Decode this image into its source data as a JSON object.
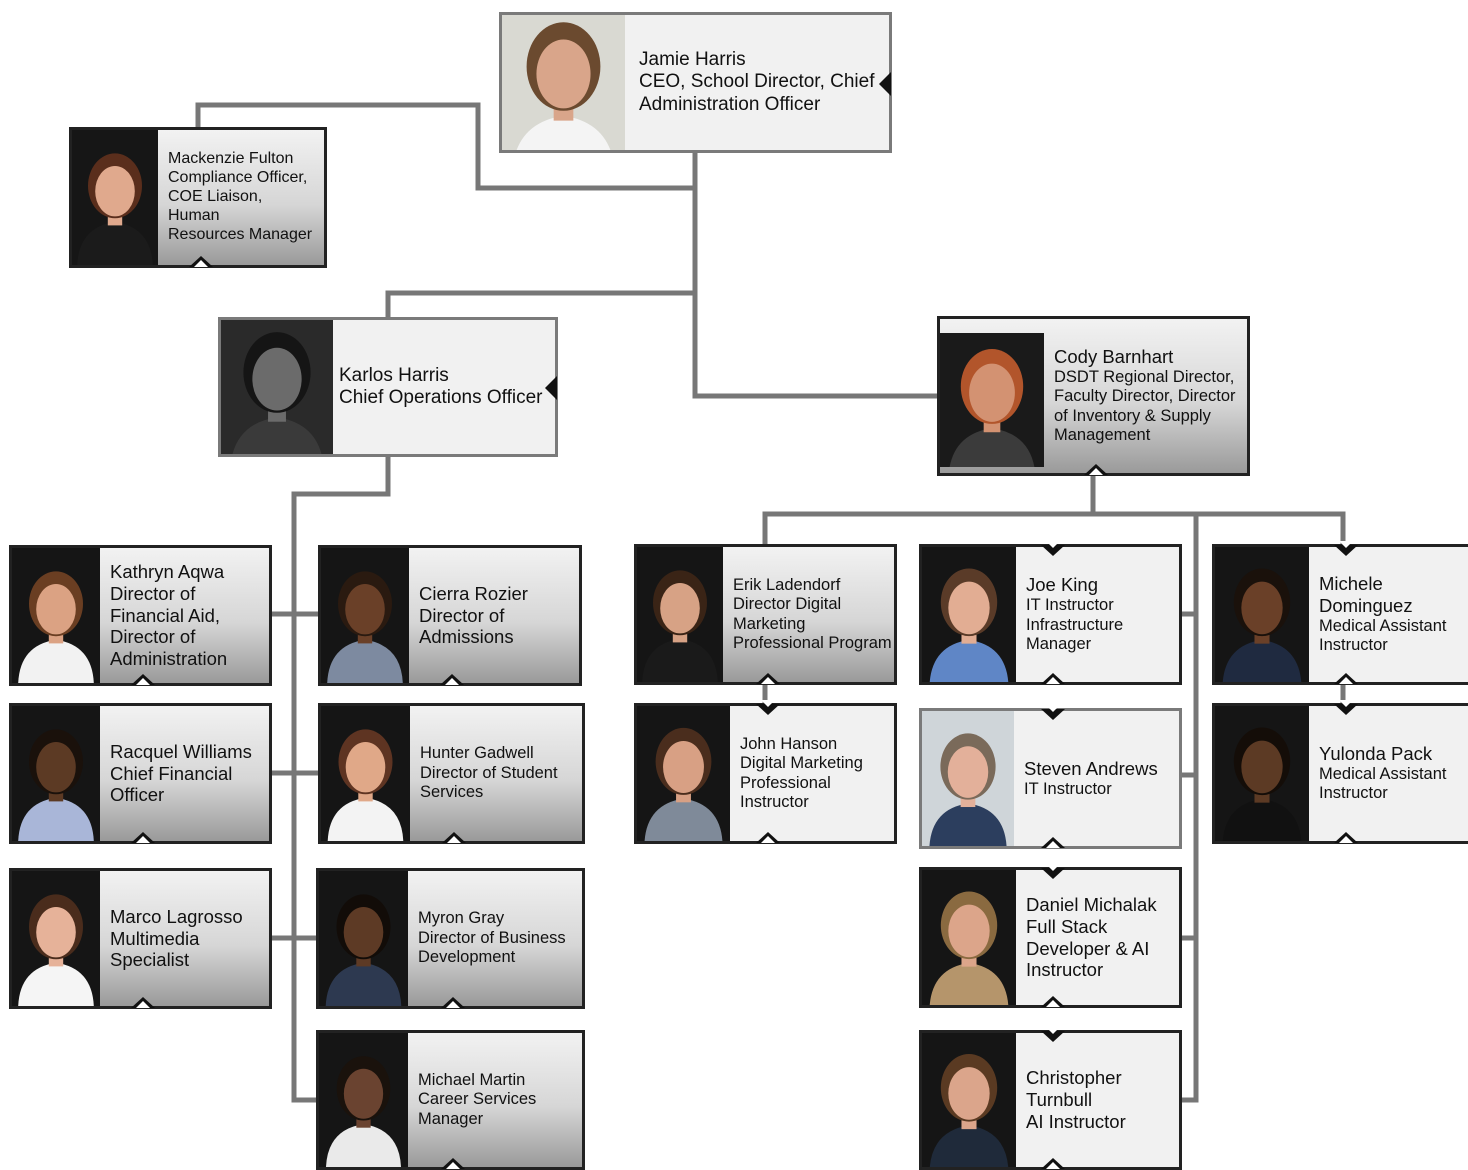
{
  "people": {
    "jamie": {
      "name": "Jamie Harris",
      "title": "CEO, School Director, Chief\nAdministration Officer",
      "photo": {
        "bg": "#d9d9d2",
        "skin": "#d9a58a",
        "hair": "#6b4a2f",
        "shirt": "#f4f4f4"
      }
    },
    "mackenzie": {
      "name": "Mackenzie Fulton",
      "title": "Compliance Officer,\nCOE Liaison, Human\nResources Manager",
      "photo": {
        "bg": "#161616",
        "skin": "#e0a98d",
        "hair": "#5a2e1c",
        "shirt": "#1b1b1b"
      }
    },
    "karlos": {
      "name": "Karlos Harris",
      "title": "Chief Operations Officer",
      "photo": {
        "bg": "#2a2a2a",
        "skin": "#6b6b6b",
        "hair": "#151515",
        "shirt": "#3a3a3a"
      }
    },
    "cody": {
      "name": "Cody Barnhart",
      "title": "DSDT Regional Director,\nFaculty Director, Director\nof Inventory & Supply\nManagement",
      "photo": {
        "bg": "#1a1a1a",
        "skin": "#d39272",
        "hair": "#b2552b",
        "shirt": "#3b3b3b"
      }
    },
    "kathryn": {
      "name": "Kathryn Aqwa",
      "title": "Director of\nFinancial Aid,\nDirector of\nAdministration",
      "photo": {
        "bg": "#151515",
        "skin": "#dba283",
        "hair": "#6a3e22",
        "shirt": "#f2f2f2"
      }
    },
    "cierra": {
      "name": "Cierra Rozier",
      "title": "Director of\nAdmissions",
      "photo": {
        "bg": "#151515",
        "skin": "#6a4028",
        "hair": "#2a1a10",
        "shirt": "#7d8aa0"
      }
    },
    "racquel": {
      "name": "Racquel Williams",
      "title": "Chief Financial\nOfficer",
      "photo": {
        "bg": "#151515",
        "skin": "#5c3a24",
        "hair": "#1a110b",
        "shirt": "#a9b6d8"
      }
    },
    "hunter": {
      "name": "Hunter Gadwell",
      "title": "Director of Student\nServices",
      "photo": {
        "bg": "#151515",
        "skin": "#e0a888",
        "hair": "#5e3422",
        "shirt": "#f3f3f3"
      }
    },
    "marco": {
      "name": "Marco Lagrosso",
      "title": "Multimedia\nSpecialist",
      "photo": {
        "bg": "#151515",
        "skin": "#e6b299",
        "hair": "#4a2c1c",
        "shirt": "#f5f5f5"
      }
    },
    "myron": {
      "name": "Myron Gray",
      "title": "Director of Business\nDevelopment",
      "photo": {
        "bg": "#151515",
        "skin": "#5d3a25",
        "hair": "#120c08",
        "shirt": "#2d3950"
      }
    },
    "michael": {
      "name": "Michael Martin",
      "title": "Career Services\nManager",
      "photo": {
        "bg": "#151515",
        "skin": "#6a4330",
        "hair": "#1a120c",
        "shirt": "#eaeaea"
      }
    },
    "erik": {
      "name": "Erik Ladendorf",
      "title": "Director Digital\nMarketing\nProfessional Program",
      "photo": {
        "bg": "#151515",
        "skin": "#d7a285",
        "hair": "#3a2416",
        "shirt": "#1a1a1a"
      }
    },
    "john": {
      "name": "John Hanson",
      "title": "Digital Marketing\nProfessional\nInstructor",
      "photo": {
        "bg": "#151515",
        "skin": "#d8a084",
        "hair": "#4a2d1d",
        "shirt": "#7f8a99"
      }
    },
    "joe": {
      "name": "Joe King",
      "title": "IT Instructor\nInfrastructure\nManager",
      "photo": {
        "bg": "#151515",
        "skin": "#e2ad93",
        "hair": "#5a3b28",
        "shirt": "#5f86c6"
      }
    },
    "steven": {
      "name": "Steven Andrews",
      "title": "IT Instructor",
      "photo": {
        "bg": "#cfd5d9",
        "skin": "#e3b09a",
        "hair": "#7a6a5a",
        "shirt": "#2c3e5e"
      }
    },
    "daniel": {
      "name": "Daniel Michalak",
      "title": "Full Stack\nDeveloper & AI\nInstructor",
      "photo": {
        "bg": "#151515",
        "skin": "#dca58a",
        "hair": "#8a6a40",
        "shirt": "#b5956b"
      }
    },
    "christopher": {
      "name": "Christopher\nTurnbull",
      "title": "AI Instructor",
      "photo": {
        "bg": "#151515",
        "skin": "#dba58b",
        "hair": "#5a3a22",
        "shirt": "#1f2a3a"
      }
    },
    "michele": {
      "name": "Michele\nDominguez",
      "title": "Medical Assistant\nInstructor",
      "photo": {
        "bg": "#151515",
        "skin": "#6a4028",
        "hair": "#1a110b",
        "shirt": "#1f2a40"
      }
    },
    "yulonda": {
      "name": "Yulonda Pack",
      "title": "Medical Assistant\nInstructor",
      "photo": {
        "bg": "#151515",
        "skin": "#5c3a24",
        "hair": "#140d08",
        "shirt": "#111111"
      }
    }
  },
  "colors": {
    "connector": "#777777",
    "border": "#222222"
  }
}
